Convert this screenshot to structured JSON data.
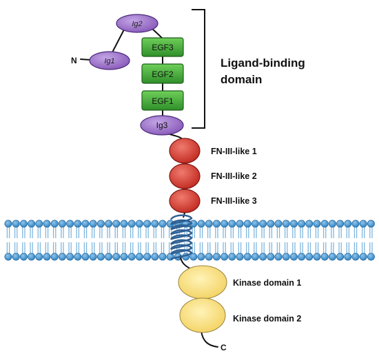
{
  "terminals": {
    "n": "N",
    "c": "C"
  },
  "ig_domains": [
    "Ig2",
    "Ig1",
    "Ig3"
  ],
  "egf_domains": [
    "EGF3",
    "EGF2",
    "EGF1"
  ],
  "ligand_binding_label": [
    "Ligand-binding",
    "domain"
  ],
  "fn_domains": [
    "FN-III-like 1",
    "FN-III-like 2",
    "FN-III-like 3"
  ],
  "kinase_domains": [
    "Kinase domain 1",
    "Kinase domain 2"
  ],
  "colors": {
    "ig": "#9b6fc8",
    "egf": "#3fa53a",
    "fn": "#d83a30",
    "kinase": "#f7dc7a",
    "membrane_head": "#3a8fc9",
    "membrane_tail": "#7fb6dd",
    "helix": "#2f5f93"
  }
}
